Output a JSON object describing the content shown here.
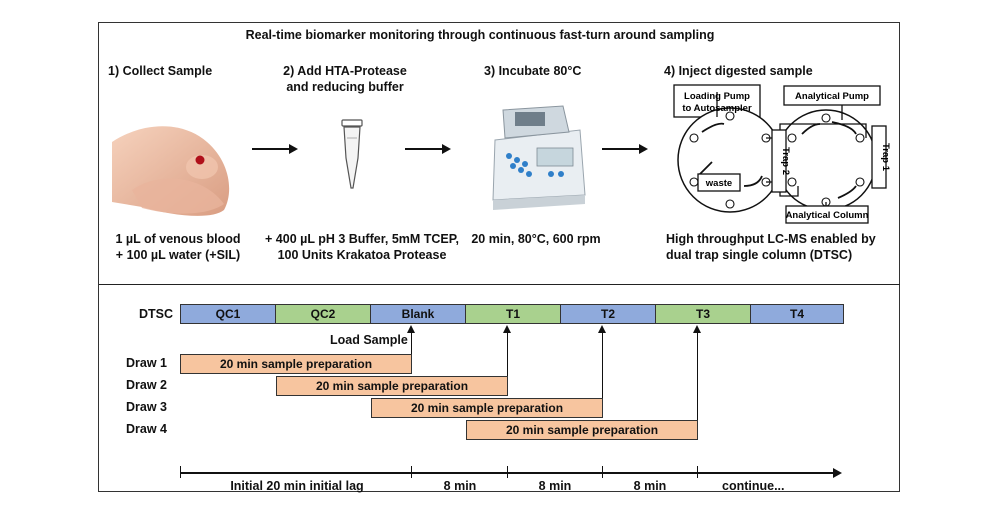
{
  "title": "Real-time biomarker monitoring through continuous fast-turn around sampling",
  "steps": [
    {
      "label": "1) Collect Sample",
      "caption_lines": [
        "1 µL of venous blood",
        "+ 100 µL water (+SIL)"
      ]
    },
    {
      "label_lines": [
        "2) Add HTA-Protease",
        "and reducing buffer"
      ],
      "caption_lines": [
        "+ 400 µL pH 3 Buffer, 5mM TCEP,",
        "100 Units Krakatoa Protease"
      ]
    },
    {
      "label": "3) Incubate 80°C",
      "caption": "20 min, 80°C, 600 rpm"
    },
    {
      "label": "4) Inject digested sample",
      "caption_lines": [
        "High throughput LC-MS enabled by",
        "dual trap single column (DTSC)"
      ]
    }
  ],
  "valve": {
    "loading_pump_lines": [
      "Loading Pump",
      "to Autosampler"
    ],
    "analytical_pump": "Analytical Pump",
    "waste": "waste",
    "trap2": "Trap 2",
    "trap1": "Trap 1",
    "analytical_column": "Analytical Column"
  },
  "timeline": {
    "row_label": "DTSC",
    "segments": [
      {
        "label": "QC1",
        "color": "#8faadc"
      },
      {
        "label": "QC2",
        "color": "#a9d18e"
      },
      {
        "label": "Blank",
        "color": "#8faadc"
      },
      {
        "label": "T1",
        "color": "#a9d18e"
      },
      {
        "label": "T2",
        "color": "#8faadc"
      },
      {
        "label": "T3",
        "color": "#a9d18e"
      },
      {
        "label": "T4",
        "color": "#8faadc"
      }
    ],
    "load_sample": "Load Sample",
    "draws": [
      {
        "label": "Draw 1",
        "bar": "20 min sample preparation"
      },
      {
        "label": "Draw 2",
        "bar": "20 min sample preparation"
      },
      {
        "label": "Draw 3",
        "bar": "20 min sample preparation"
      },
      {
        "label": "Draw 4",
        "bar": "20 min sample preparation"
      }
    ],
    "axis_labels": [
      "Initial 20 min initial lag",
      "8 min",
      "8 min",
      "8 min",
      "continue..."
    ]
  }
}
